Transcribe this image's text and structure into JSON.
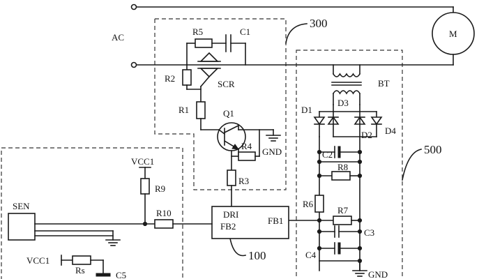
{
  "labels": {
    "ac": "AC",
    "motor": "M",
    "block_300": "300",
    "block_500": "500",
    "block_100": "100",
    "r5": "R5",
    "c1": "C1",
    "r2": "R2",
    "scr": "SCR",
    "r1": "R1",
    "q1": "Q1",
    "gnd_q1": "GND",
    "r4": "R4",
    "r3": "R3",
    "vcc1_top": "VCC1",
    "r9": "R9",
    "sen": "SEN",
    "r10": "R10",
    "dri": "DRI",
    "fb2": "FB2",
    "fb1": "FB1",
    "bt": "BT",
    "d1": "D1",
    "d3": "D3",
    "d2": "D2",
    "d4": "D4",
    "c2": "C2",
    "r8": "R8",
    "r6": "R6",
    "r7": "R7",
    "c3": "C3",
    "c4": "C4",
    "gnd_bottom": "GND",
    "vcc1_bottom": "VCC1",
    "rs": "Rs",
    "c5": "C5"
  }
}
